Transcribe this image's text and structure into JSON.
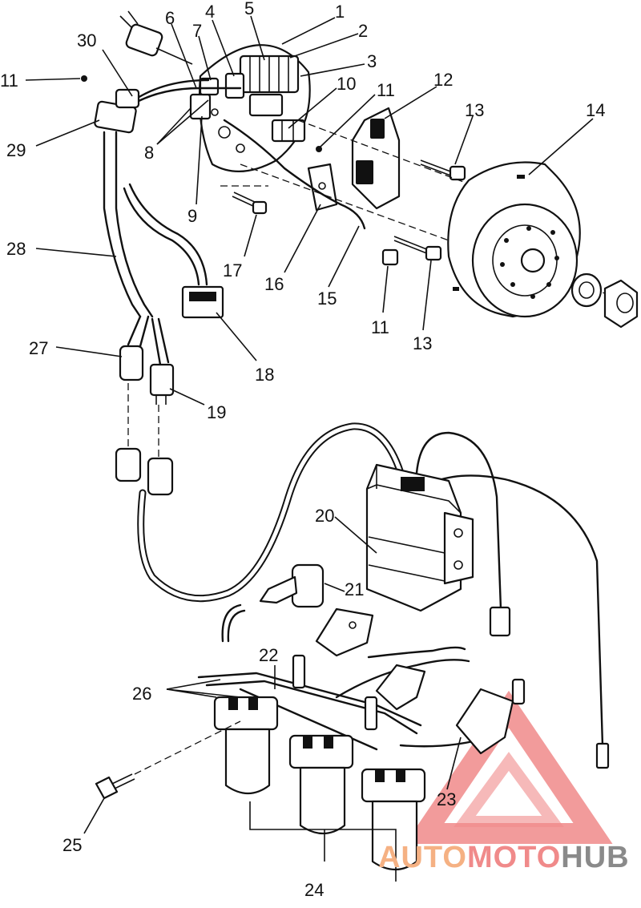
{
  "callouts": [
    "1",
    "2",
    "3",
    "4",
    "5",
    "6",
    "7",
    "8",
    "9",
    "10",
    "11",
    "11",
    "11",
    "12",
    "13",
    "13",
    "14",
    "15",
    "16",
    "17",
    "18",
    "19",
    "20",
    "21",
    "22",
    "23",
    "24",
    "25",
    "26",
    "27",
    "28",
    "29",
    "30"
  ],
  "watermark": {
    "part1": "AUTO",
    "part2": "MOTO",
    "part3": "HUB",
    "color1": "#f5b183",
    "color2": "#f08a8a",
    "color3": "#8a8a8a"
  }
}
